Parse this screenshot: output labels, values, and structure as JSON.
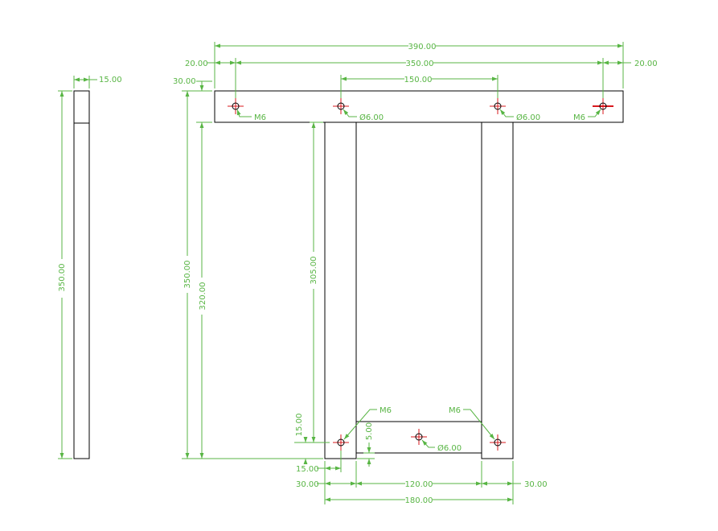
{
  "colors": {
    "dimension": "#58b544",
    "outline": "#000000",
    "center_mark": "#d9181e"
  },
  "dimensions": {
    "overall_width": "390.00",
    "hole_spacing_outer": "350.00",
    "left_edge_offset": "20.00",
    "right_edge_offset": "20.00",
    "inner_hole_spacing": "150.00",
    "top_bar_height": "30.00",
    "side_view_thickness": "15.00",
    "side_view_height": "350.00",
    "overall_height": "350.00",
    "leg_height": "320.00",
    "inner_leg_length": "305.00",
    "bottom_hole_offset": "15.00",
    "crossbar_hole_offset": "5.00",
    "bottom_hole_x_offset": "15.00",
    "leg_width_left": "30.00",
    "leg_gap": "120.00",
    "leg_width_right": "30.00",
    "base_width": "180.00"
  },
  "callouts": {
    "top_left_thread": "M6",
    "top_right_thread": "M6",
    "top_mid_left_hole": "Ø6.00",
    "top_mid_right_hole": "Ø6.00",
    "bottom_left_thread": "M6",
    "bottom_right_thread": "M6",
    "crossbar_hole": "Ø6.00"
  }
}
